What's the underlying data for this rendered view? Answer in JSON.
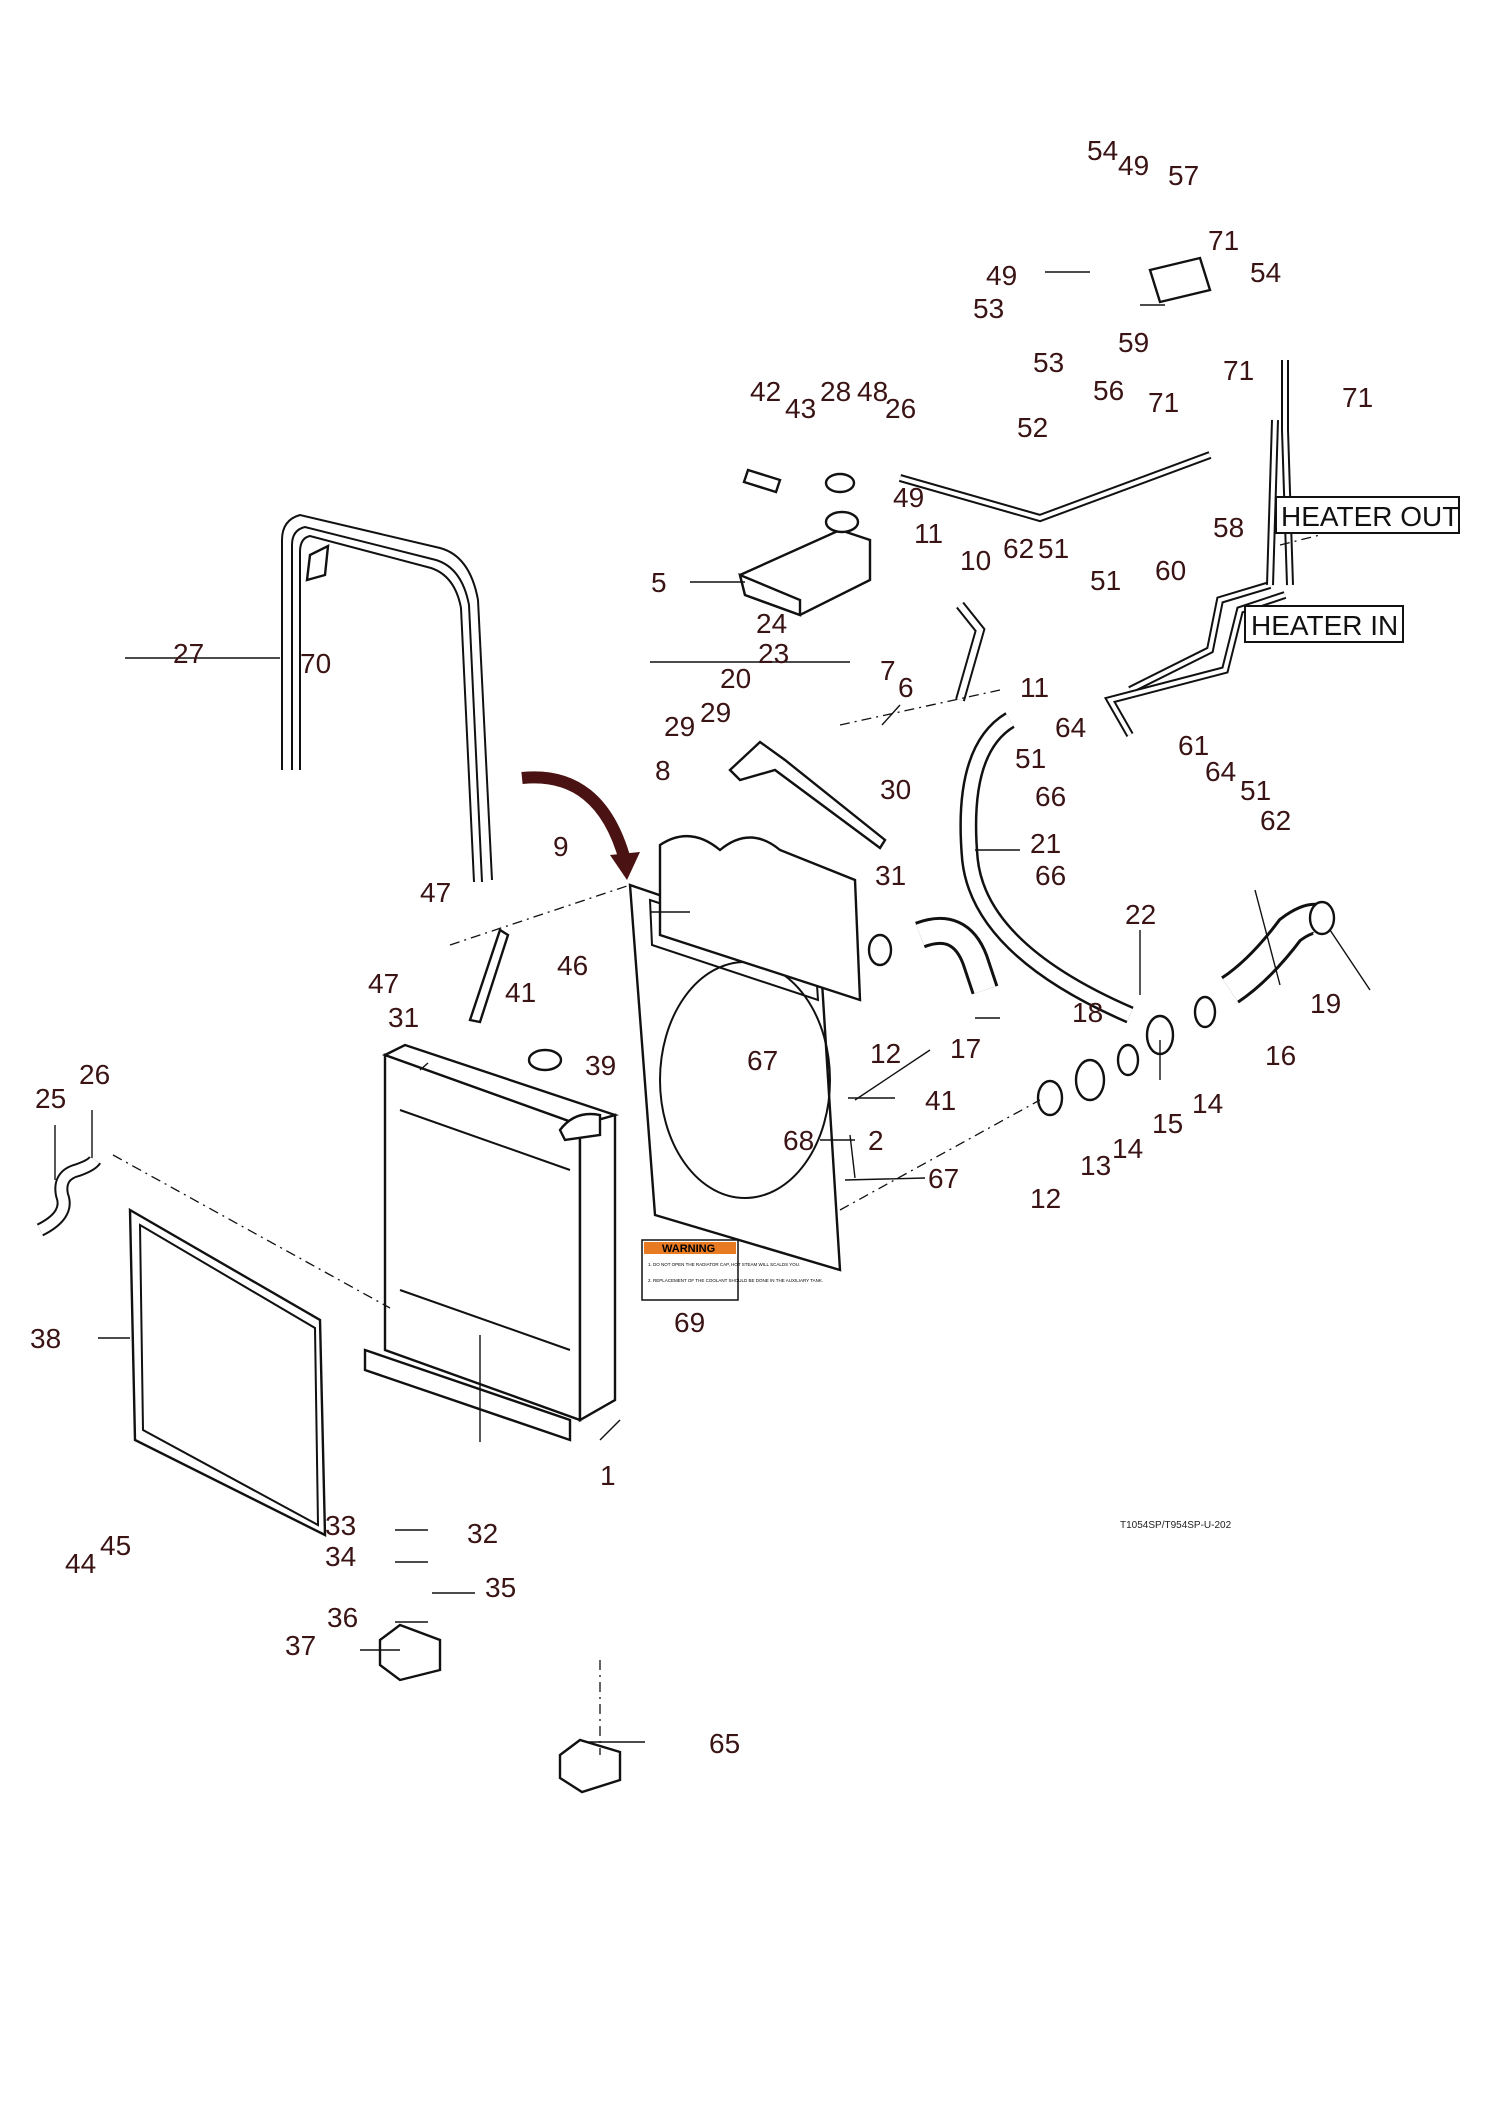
{
  "drawing_id": "T1054SP/T954SP-U-202",
  "labels": {
    "heater_out": "HEATER OUT",
    "heater_in": "HEATER IN"
  },
  "warning_decal": {
    "title": "WARNING",
    "line1": "1. DO NOT OPEN THE RADIATOR CAP, HOT STEAM WILL SCALDS YOU.",
    "line2": "2. REPLACEMENT OF THE COOLANT SHOULD BE DONE IN THE AUXILIARY TANK."
  },
  "callouts": [
    "1",
    "2",
    "5",
    "6",
    "7",
    "8",
    "9",
    "10",
    "11",
    "11",
    "12",
    "12",
    "13",
    "14",
    "14",
    "15",
    "16",
    "17",
    "18",
    "19",
    "20",
    "21",
    "22",
    "23",
    "24",
    "25",
    "26",
    "26",
    "27",
    "28",
    "29",
    "29",
    "30",
    "31",
    "31",
    "32",
    "33",
    "34",
    "35",
    "36",
    "37",
    "38",
    "39",
    "41",
    "41",
    "42",
    "43",
    "44",
    "45",
    "46",
    "47",
    "47",
    "48",
    "49",
    "49",
    "49",
    "51",
    "51",
    "51",
    "51",
    "52",
    "53",
    "53",
    "54",
    "54",
    "56",
    "57",
    "58",
    "59",
    "60",
    "61",
    "62",
    "62",
    "64",
    "64",
    "65",
    "66",
    "66",
    "67",
    "67",
    "68",
    "69",
    "70",
    "71",
    "71",
    "71",
    "71"
  ]
}
